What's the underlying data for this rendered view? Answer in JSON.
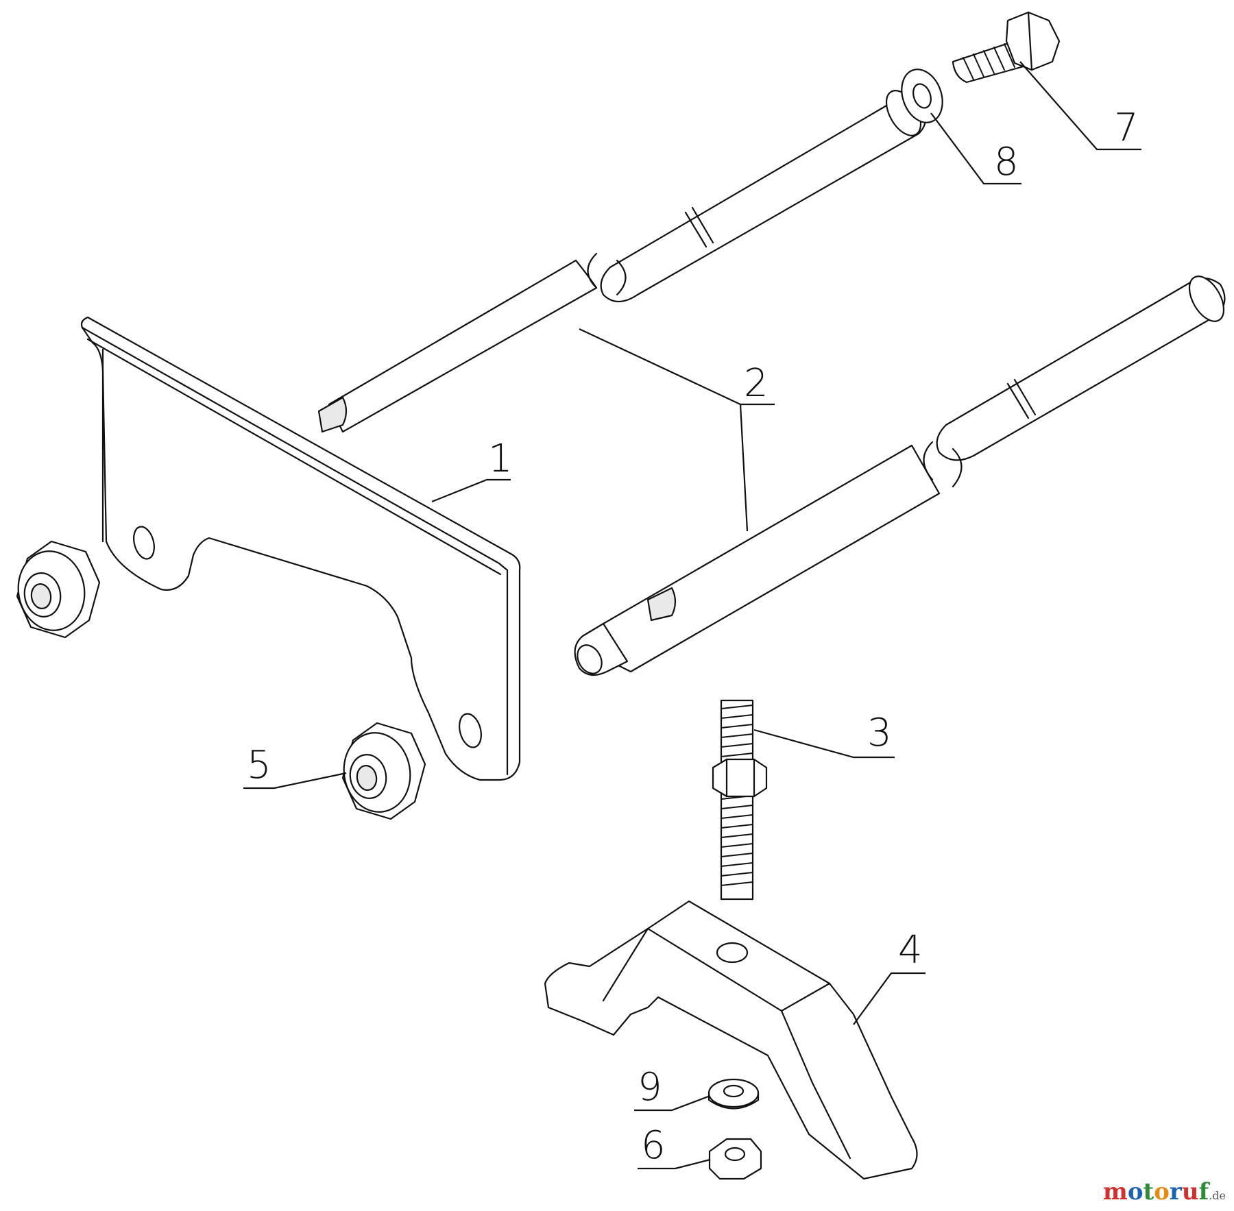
{
  "diagram": {
    "callouts": [
      {
        "id": "1",
        "label": "1"
      },
      {
        "id": "2",
        "label": "2"
      },
      {
        "id": "3",
        "label": "3"
      },
      {
        "id": "4",
        "label": "4"
      },
      {
        "id": "5",
        "label": "5"
      },
      {
        "id": "6",
        "label": "6"
      },
      {
        "id": "7",
        "label": "7"
      },
      {
        "id": "8",
        "label": "8"
      },
      {
        "id": "9",
        "label": "9"
      }
    ]
  },
  "watermark": {
    "letters": [
      "m",
      "o",
      "t",
      "o",
      "r",
      "u",
      "f"
    ],
    "colors": [
      "#d32f2f",
      "#1e63b0",
      "#2e8b3a",
      "#e88a12",
      "#1e63b0",
      "#d32f2f",
      "#2e8b3a"
    ],
    "tld": ".de"
  }
}
